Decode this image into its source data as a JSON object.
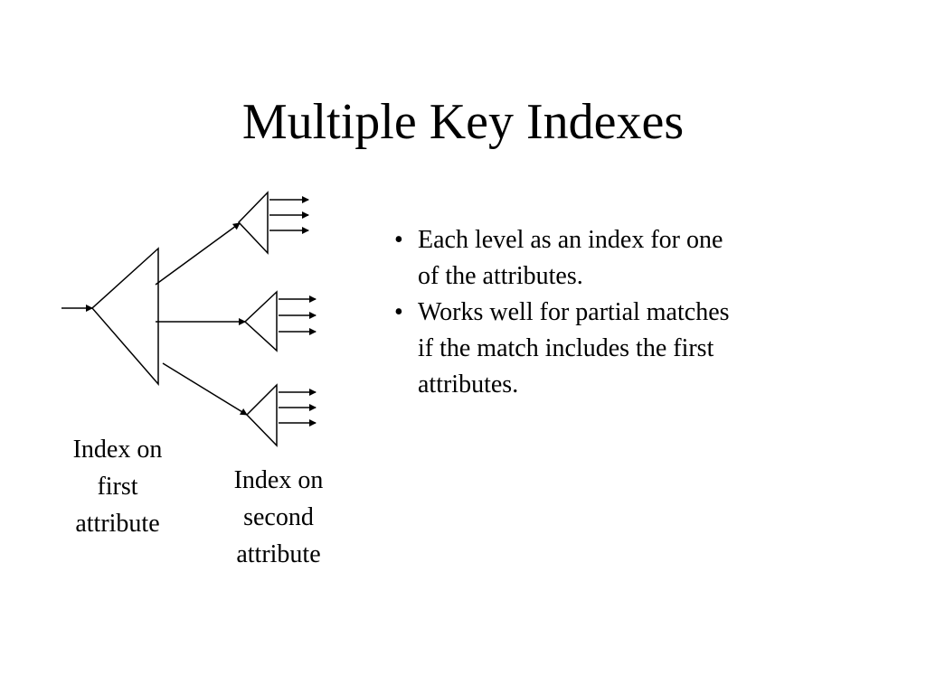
{
  "slide": {
    "title": "Multiple Key Indexes",
    "bullets": [
      {
        "marker": "•",
        "text": "Each level as an index for one\n of the attributes."
      },
      {
        "marker": "•",
        "text": "Works well for partial matches\n if the match includes the first\n attributes."
      }
    ],
    "captions": {
      "first": "Index on\nfirst\nattribute",
      "second": "Index on\nsecond\nattribute"
    }
  },
  "colors": {
    "stroke": "#000000",
    "background": "#ffffff"
  }
}
